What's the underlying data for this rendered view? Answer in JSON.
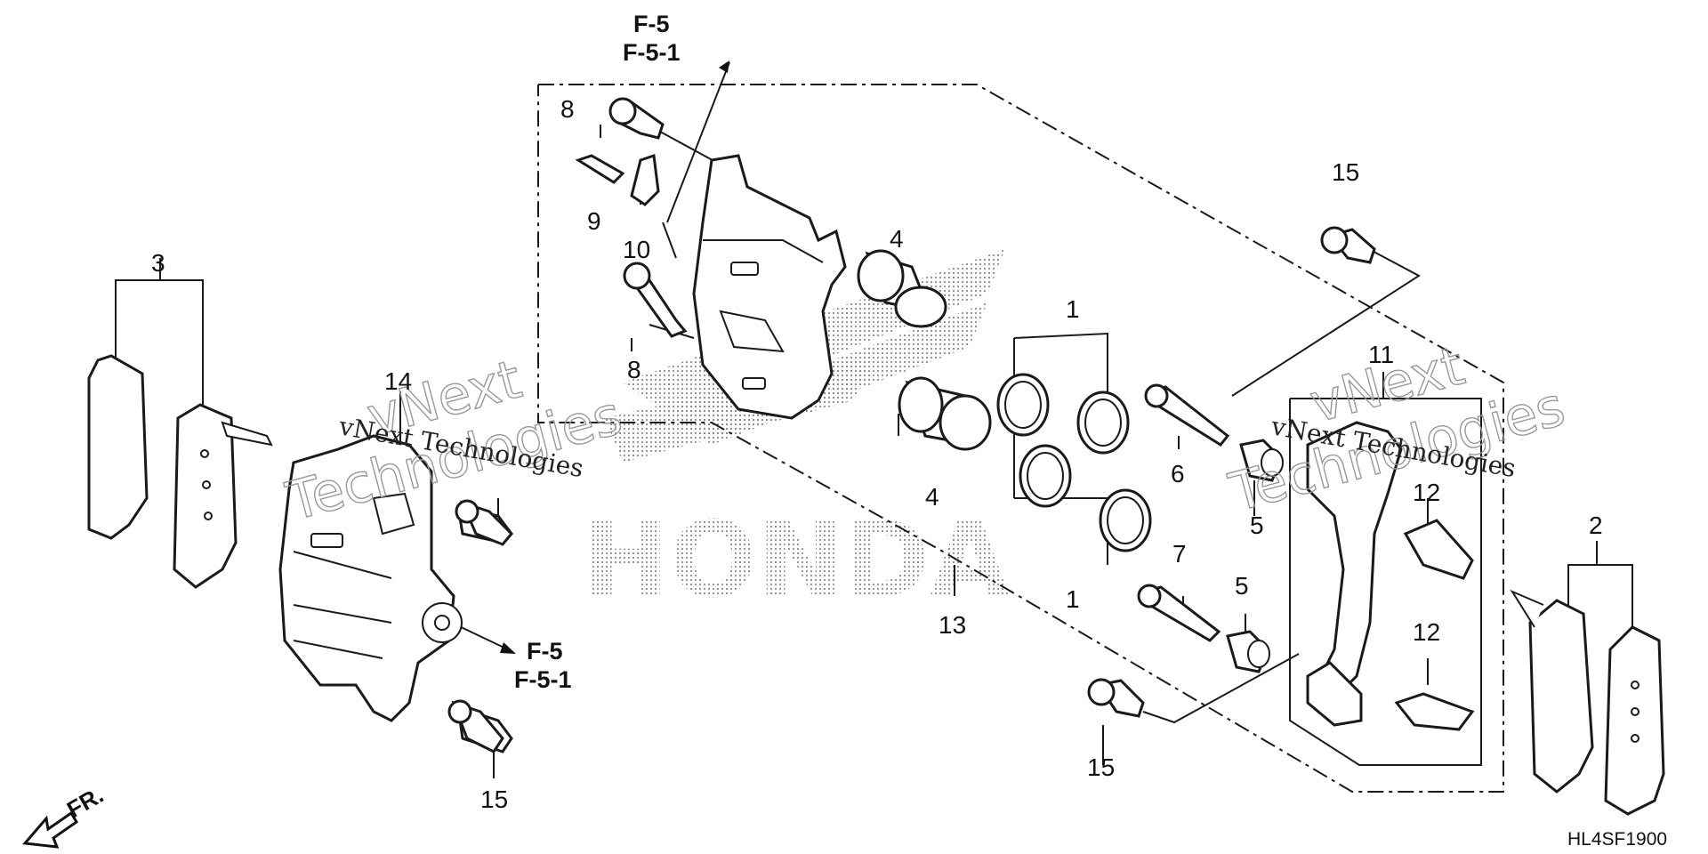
{
  "diagram": {
    "code": "HL4SF1900",
    "direction_label": "FR.",
    "refs": {
      "top_line1": "F-5",
      "top_line2": "F-5-1",
      "mid_line1": "F-5",
      "mid_line2": "F-5-1"
    },
    "callouts": [
      "1",
      "1",
      "2",
      "3",
      "4",
      "4",
      "5",
      "5",
      "6",
      "7",
      "8",
      "8",
      "9",
      "10",
      "11",
      "12",
      "12",
      "13",
      "14",
      "15",
      "15",
      "15"
    ],
    "watermark": {
      "line": "vNext Technologies",
      "big_top": "vNext",
      "big_bottom": "Technologies"
    },
    "logo_text": "HONDA",
    "colors": {
      "ink": "#1a1a1a",
      "background": "#ffffff",
      "watermark": "#999999"
    }
  }
}
